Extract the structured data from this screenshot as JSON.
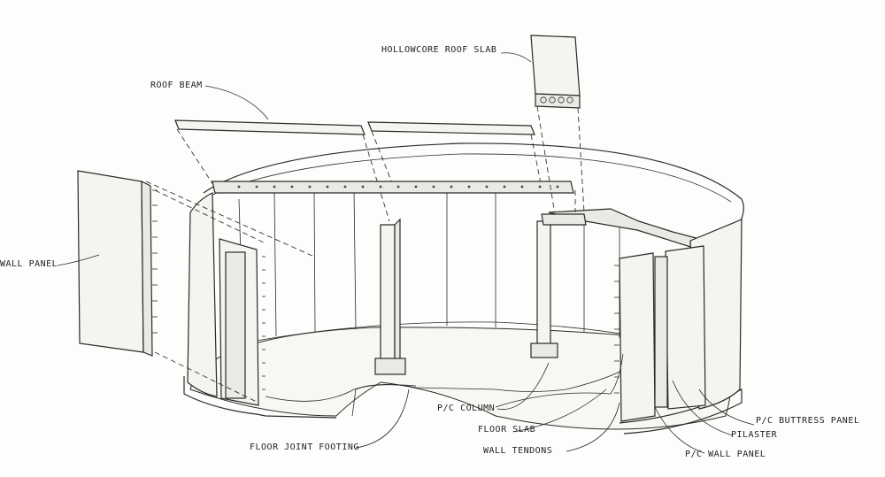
{
  "labels": {
    "hollowcore_roof_slab": "HOLLOWCORE ROOF SLAB",
    "roof_beam": "ROOF BEAM",
    "wall_panel": "WALL PANEL",
    "pc_column": "P/C COLUMN",
    "floor_slab": "FLOOR SLAB",
    "floor_joint_footing": "FLOOR JOINT FOOTING",
    "wall_tendons": "WALL TENDONS",
    "pc_buttress_panel": "P/C BUTTRESS PANEL",
    "pilaster": "PILASTER",
    "pc_wall_panel": "P/C WALL PANEL"
  }
}
